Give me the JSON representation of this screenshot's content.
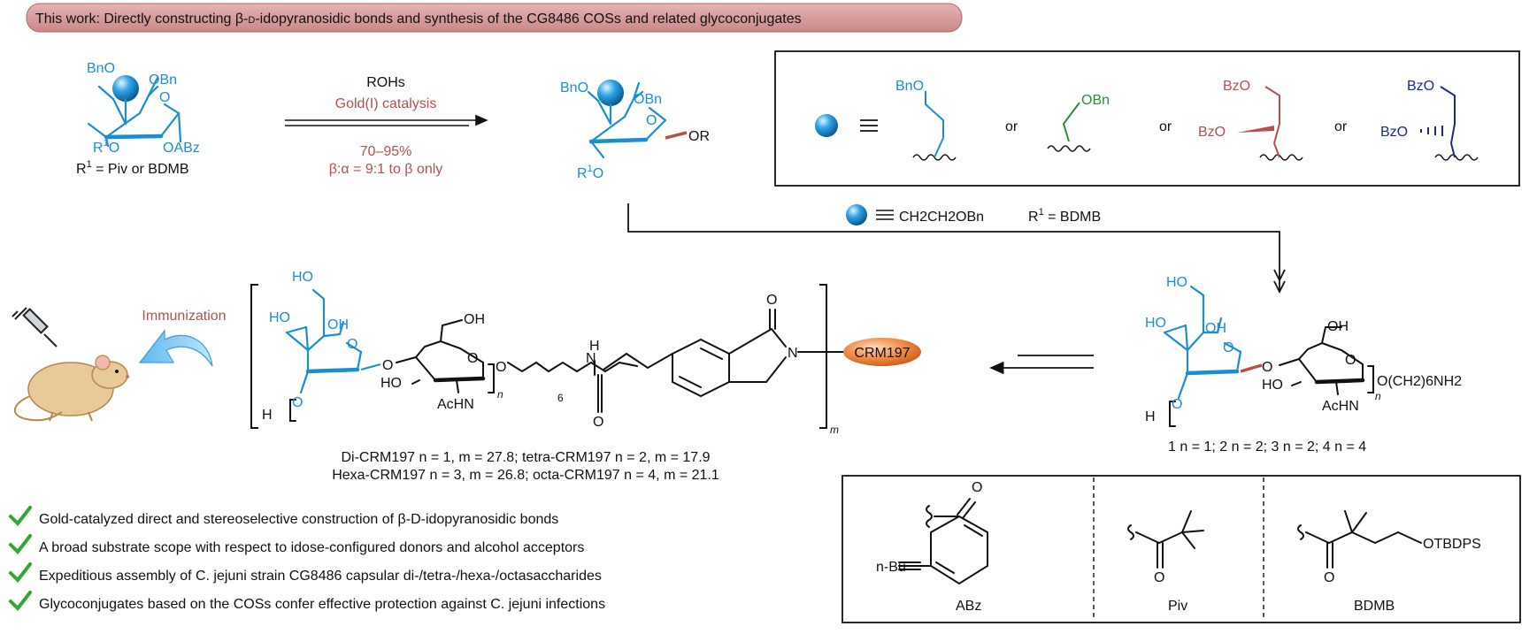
{
  "title": {
    "text_before": "This work: Directly constructing β-",
    "text_d": "D",
    "text_after": "-idopyranosidic bonds and synthesis of the CG8486 COSs and related glycoconjugates"
  },
  "reaction": {
    "acceptor": "ROHs",
    "catalyst": "Gold(I) catalysis",
    "yield": "70–95%",
    "selectivity": "β:α = 9:1 to β only"
  },
  "donor": {
    "labels": [
      "BnO",
      "OBn",
      "O",
      "R",
      "1",
      "O",
      "OABz"
    ],
    "r1_note": {
      "r": "R",
      "sup": "1",
      "rest": " = Piv or BDMB"
    }
  },
  "product": {
    "labels": [
      "BnO",
      "OBn",
      "O",
      "OR",
      "R",
      "1",
      "O"
    ]
  },
  "legend": {
    "or": "or",
    "opt1": "BnO",
    "opt2": "OBn",
    "opt3a": "BzO",
    "opt3b": "BzO",
    "opt4a": "BzO",
    "opt4b": "BzO"
  },
  "conditions": {
    "sphere_def": "CH2CH2OBn",
    "r1_def": {
      "r": "R",
      "sup": "1",
      "rest": " = BDMB"
    }
  },
  "immunization": {
    "label": "Immunization"
  },
  "conjugate": {
    "labels": [
      "HO",
      "HO",
      "OH",
      "O",
      "O",
      "OH",
      "O",
      "HO",
      "AcHN",
      "O",
      "n",
      "6",
      "N",
      "H",
      "O",
      "N",
      "O",
      "H",
      "O"
    ],
    "m": "m",
    "carrier": "CRM197",
    "caption_line1": "Di-CRM197 n = 1, m = 27.8; tetra-CRM197 n = 2, m = 17.9",
    "caption_line2": "Hexa-CRM197 n = 3, m = 26.8; octa-CRM197 n = 4, m = 21.1"
  },
  "oligos": {
    "labels": [
      "HO",
      "HO",
      "OH",
      "O",
      "O",
      "OH",
      "O",
      "HO",
      "AcHN",
      "O(CH2)6NH2",
      "n",
      "O",
      "H"
    ],
    "compounds": "1 n = 1;  2 n = 2; 3 n = 2;  4 n = 4"
  },
  "highlights": [
    "Gold-catalyzed direct and stereoselective construction of β-D-idopyranosidic bonds",
    "A broad substrate scope with respect to idose-configured donors and alcohol acceptors",
    "Expeditious assembly of C. jejuni strain CG8486 capsular di-/tetra-/hexa-/octasaccharides",
    "Glycoconjugates based on the COSs confer effective protection against C. jejuni infections"
  ],
  "protecting_groups": {
    "abz": {
      "name": "ABz",
      "prefix": "n-Bu",
      "o": "O"
    },
    "piv": {
      "name": "Piv",
      "o": "O"
    },
    "bdmb": {
      "name": "BDMB",
      "o": "O",
      "otbdps": "OTBDPS"
    }
  },
  "colors": {
    "blue": "#1a8fd0",
    "red": "#b5504f",
    "green": "#2e8b3a",
    "navy": "#1b2a8c",
    "check": "#2eaa2e",
    "banner": "#d59a9a",
    "carrier": "#f08a45",
    "sphere": "#2b9fe0"
  }
}
